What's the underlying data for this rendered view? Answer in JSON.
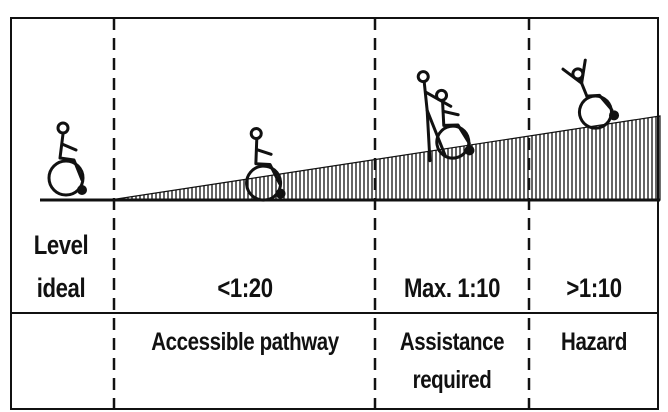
{
  "zones": [
    {
      "id": "level",
      "top_line1": "Level",
      "top_line2": "ideal",
      "bottom_line1": "",
      "bottom_line2": ""
    },
    {
      "id": "accessible",
      "top_line1": "<1:20",
      "top_line2": "",
      "bottom_line1": "Accessible pathway",
      "bottom_line2": ""
    },
    {
      "id": "assistance",
      "top_line1": "Max. 1:10",
      "top_line2": "",
      "bottom_line1": "Assistance",
      "bottom_line2": "required"
    },
    {
      "id": "hazard",
      "top_line1": ">1:10",
      "top_line2": "",
      "bottom_line1": "Hazard",
      "bottom_line2": ""
    }
  ],
  "colors": {
    "ink": "#111111",
    "background": "#ffffff"
  },
  "icons": [
    "wheelchair-user-icon",
    "wheelchair-user-with-assistant-icon",
    "wheelchair-user-tipping-icon"
  ]
}
